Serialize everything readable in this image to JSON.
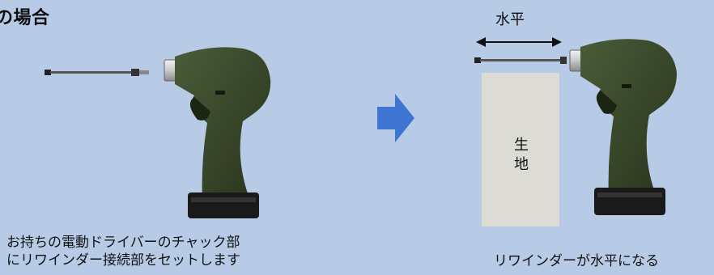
{
  "heading": "の場合",
  "level_label": "水平",
  "fabric_label_line1": "生",
  "fabric_label_line2": "地",
  "caption_left_line1": "お持ちの電動ドライバーのチャック部",
  "caption_left_line2": "にリワインダー接続部をセットします",
  "caption_right_line1": "リワインダーが水平になる",
  "colors": {
    "background": "#b8cbe6",
    "drill_body": "#3a4a2c",
    "drill_dark": "#1c2414",
    "battery": "#1a1a1a",
    "arrow": "#3f74d2",
    "fabric": "#dcdcd5"
  }
}
